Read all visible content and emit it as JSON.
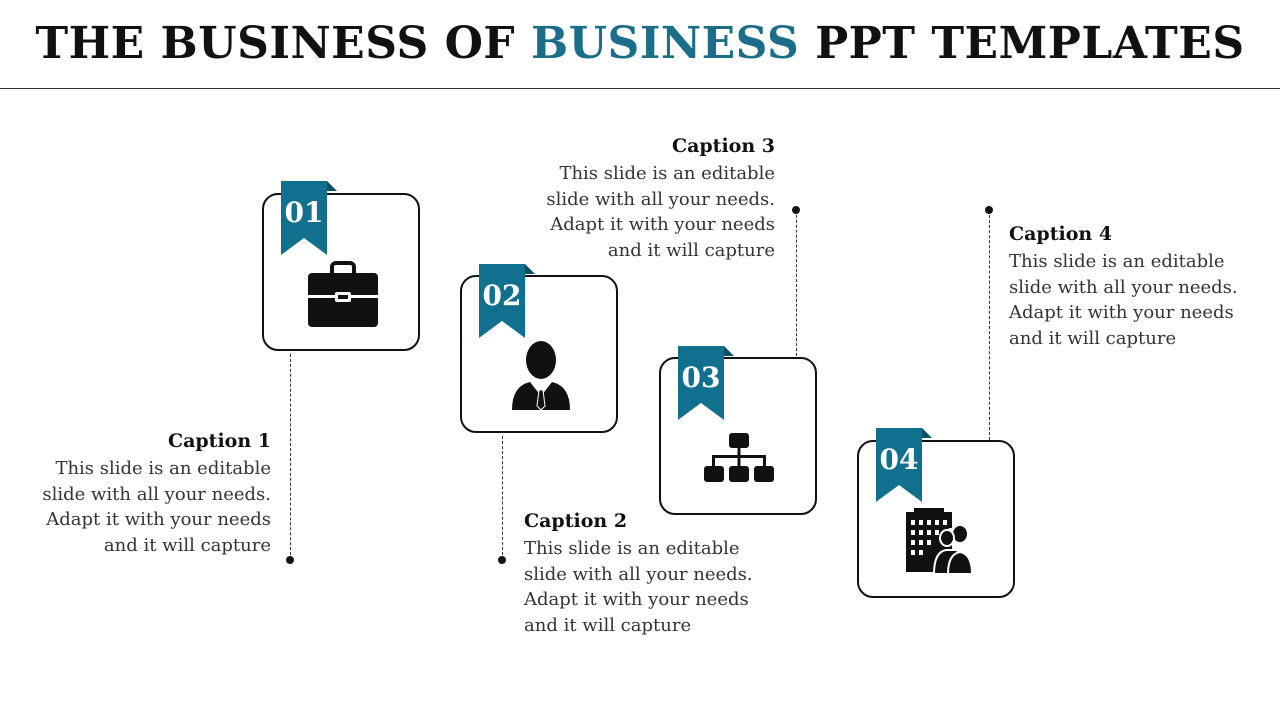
{
  "title": {
    "part1": "THE BUSINESS OF ",
    "accent": "BUSINESS",
    "part2": " PPT TEMPLATES"
  },
  "colors": {
    "accent": "#1a6e8a",
    "ribbon": "#12708f"
  },
  "steps": [
    {
      "number": "01",
      "icon": "briefcase-icon",
      "caption": "Caption 1",
      "text": [
        "This slide is an editable",
        "slide with all your needs.",
        "Adapt it with your needs",
        "and it will capture"
      ]
    },
    {
      "number": "02",
      "icon": "businessman-icon",
      "caption": "Caption 2",
      "text": [
        "This slide is an editable",
        "slide with all your needs.",
        "Adapt it with your needs",
        "and it will capture"
      ]
    },
    {
      "number": "03",
      "icon": "org-chart-icon",
      "caption": "Caption 3",
      "text": [
        "This slide is an editable",
        "slide with all your needs.",
        "Adapt it with your needs",
        "and it will capture"
      ]
    },
    {
      "number": "04",
      "icon": "office-building-people-icon",
      "caption": "Caption 4",
      "text": [
        "This slide is an editable",
        "slide with all your needs.",
        "Adapt it with your needs",
        "and it will capture"
      ]
    }
  ]
}
